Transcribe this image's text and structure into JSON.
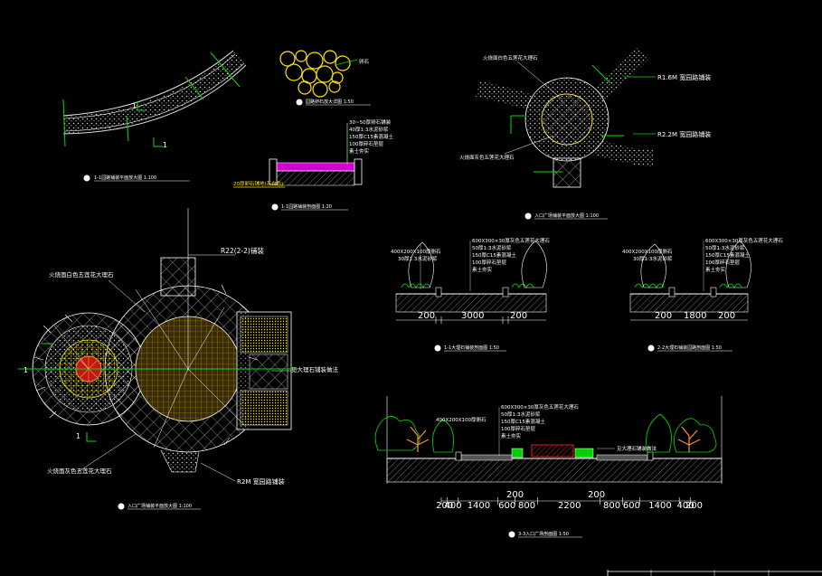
{
  "colors": {
    "background": "#000000",
    "line": "#ffffff",
    "green": "#00e000",
    "yellow": "#ffe600",
    "magenta": "#d000d0",
    "red": "#d02020",
    "orange": "#ff8c30",
    "gray": "#9a9a9a"
  },
  "top_left": {
    "section_tag_left": "1",
    "section_tag_right": "1",
    "title": "1-1园路铺装平面放大图 1:100"
  },
  "stone_detail": {
    "note": "卵石",
    "title": "园路卵石放大详图 1:50",
    "layers": [
      "30~50厚卵石铺装",
      "40厚1:3水泥砂浆",
      "150厚C15素混凝土",
      "100厚碎石垫层",
      "素土夯实"
    ],
    "left_label": "20厚卵石铺地(灰白色)",
    "title2": "1-1园路铺装剖面图 1:20"
  },
  "plaza_top_right": {
    "label_top": "火烧面白色五莲花大理石",
    "label_bottom": "火烧面灰色五莲花大理石",
    "r_label1": "R1.6M 宽园路铺装",
    "r_label2": "R2.2M 宽园路铺装",
    "title": "入口广场铺装平面放大图 1:100"
  },
  "plaza_main": {
    "label_left_top": "火烧面白色五莲花大理石",
    "label_top": "R22(2-2)铺装",
    "label_right": "见大理石铺装做法",
    "label_left_bottom": "火烧面灰色五莲花大理石",
    "label_bottom": "R2M 宽园路铺装",
    "tag_left": "1",
    "tag_bottom": "1",
    "title": "入口广场铺装平面放大图 1:100"
  },
  "section_a": {
    "callouts": [
      "400X200X100厚侧石",
      "30厚1:3水泥砂浆",
      "600X300×30厚灰色五莲花大理石",
      "50厚1:3水泥砂浆",
      "150厚C15素混凝土",
      "100厚碎石垫层",
      "素土夯实"
    ],
    "dims": [
      "200",
      "3000",
      "200"
    ],
    "title": "1-1大理石铺装剖面图 1:50"
  },
  "section_b": {
    "callouts": [
      "400X200X100厚侧石",
      "30厚1:3水泥砂浆",
      "600X300×30厚灰色五莲花大理石",
      "50厚1:3水泥砂浆",
      "150厚C15素混凝土",
      "100厚碎石垫层",
      "素土夯实"
    ],
    "dims": [
      "200",
      "1800",
      "200"
    ],
    "title": "2-2大理石铺装园路剖面图 1:50"
  },
  "section_c": {
    "callouts": [
      "400X200X100厚侧石",
      "600X300×30厚灰色五莲花大理石",
      "50厚1:3水泥砂浆",
      "150厚C15素混凝土",
      "100厚碎石垫层",
      "素土夯实"
    ],
    "right_note": "见大理石铺装做法",
    "dims_top": [
      "200",
      "200"
    ],
    "dims": [
      "200",
      "400",
      "1400",
      "600",
      "800",
      "2200",
      "800",
      "600",
      "1400",
      "400",
      "200"
    ],
    "title": "3-3入口广场剖面图 1:50"
  }
}
